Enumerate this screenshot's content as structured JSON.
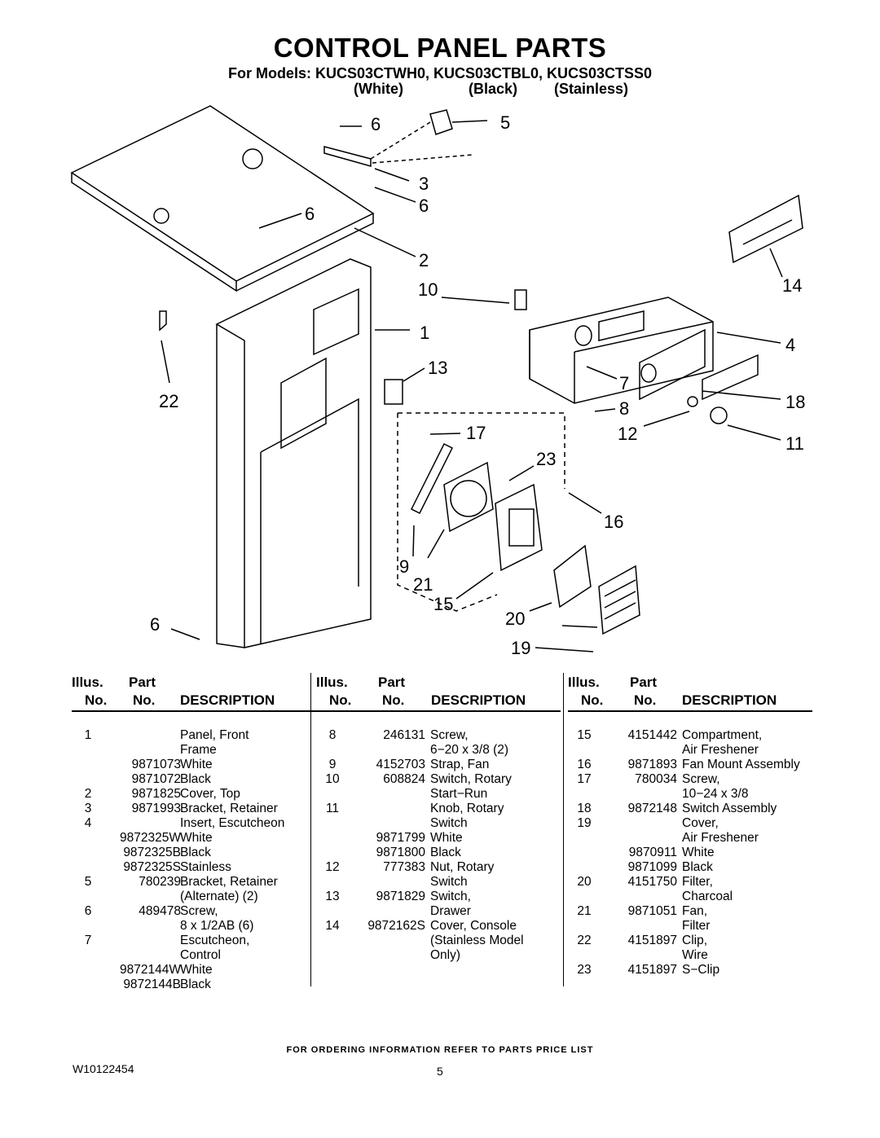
{
  "header": {
    "title": "CONTROL PANEL PARTS",
    "models_line": "For Models: KUCS03CTWH0, KUCS03CTBL0, KUCS03CTSS0",
    "variants": [
      "(White)",
      "(Black)",
      "(Stainless)"
    ]
  },
  "diagram": {
    "callouts": [
      "6",
      "5",
      "3",
      "6",
      "6",
      "2",
      "10",
      "14",
      "1",
      "4",
      "13",
      "7",
      "22",
      "8",
      "18",
      "17",
      "12",
      "11",
      "23",
      "16",
      "9",
      "21",
      "15",
      "20",
      "6",
      "19"
    ]
  },
  "table": {
    "headers": {
      "illus_top": "Illus.",
      "illus_bottom": "No.",
      "part_top": "Part",
      "part_bottom": "No.",
      "description": "DESCRIPTION"
    },
    "columns": [
      [
        [
          "1",
          "",
          "Panel, Front"
        ],
        [
          "",
          "",
          "Frame"
        ],
        [
          "",
          "9871073",
          "White"
        ],
        [
          "",
          "9871072",
          "Black"
        ],
        [
          "2",
          "9871825",
          "Cover, Top"
        ],
        [
          "3",
          "9871993",
          "Bracket, Retainer"
        ],
        [
          "4",
          "",
          "Insert, Escutcheon"
        ],
        [
          "",
          "9872325W",
          "White"
        ],
        [
          "",
          "9872325B",
          "Black"
        ],
        [
          "",
          "9872325S",
          "Stainless"
        ],
        [
          "5",
          "780239",
          "Bracket, Retainer"
        ],
        [
          "",
          "",
          "(Alternate) (2)"
        ],
        [
          "6",
          "489478",
          "Screw,"
        ],
        [
          "",
          "",
          "8 x 1/2AB (6)"
        ],
        [
          "7",
          "",
          "Escutcheon,"
        ],
        [
          "",
          "",
          "Control"
        ],
        [
          "",
          "9872144W",
          "White"
        ],
        [
          "",
          "9872144B",
          "Black"
        ]
      ],
      [
        [
          "8",
          "246131",
          "Screw,"
        ],
        [
          "",
          "",
          "6−20 x 3/8 (2)"
        ],
        [
          "9",
          "4152703",
          "Strap, Fan"
        ],
        [
          "10",
          "608824",
          "Switch, Rotary"
        ],
        [
          "",
          "",
          "Start−Run"
        ],
        [
          "11",
          "",
          "Knob, Rotary"
        ],
        [
          "",
          "",
          "Switch"
        ],
        [
          "",
          "9871799",
          "White"
        ],
        [
          "",
          "9871800",
          "Black"
        ],
        [
          "12",
          "777383",
          "Nut, Rotary"
        ],
        [
          "",
          "",
          "Switch"
        ],
        [
          "13",
          "9871829",
          "Switch,"
        ],
        [
          "",
          "",
          "Drawer"
        ],
        [
          "14",
          "9872162S",
          "Cover, Console"
        ],
        [
          "",
          "",
          "(Stainless Model"
        ],
        [
          "",
          "",
          "Only)"
        ]
      ],
      [
        [
          "15",
          "4151442",
          "Compartment,"
        ],
        [
          "",
          "",
          "Air Freshener"
        ],
        [
          "16",
          "9871893",
          "Fan Mount Assembly"
        ],
        [
          "17",
          "780034",
          "Screw,"
        ],
        [
          "",
          "",
          "10−24 x 3/8"
        ],
        [
          "18",
          "9872148",
          "Switch Assembly"
        ],
        [
          "19",
          "",
          "Cover,"
        ],
        [
          "",
          "",
          "Air Freshener"
        ],
        [
          "",
          "9870911",
          "White"
        ],
        [
          "",
          "9871099",
          "Black"
        ],
        [
          "20",
          "4151750",
          "Filter,"
        ],
        [
          "",
          "",
          "Charcoal"
        ],
        [
          "21",
          "9871051",
          "Fan,"
        ],
        [
          "",
          "",
          "Filter"
        ],
        [
          "22",
          "4151897",
          "Clip,"
        ],
        [
          "",
          "",
          "Wire"
        ],
        [
          "23",
          "4151897",
          "S−Clip"
        ]
      ]
    ]
  },
  "footer": {
    "ordering_note": "FOR ORDERING INFORMATION REFER TO PARTS PRICE LIST",
    "doc_number": "W10122454",
    "page_number": "5"
  }
}
